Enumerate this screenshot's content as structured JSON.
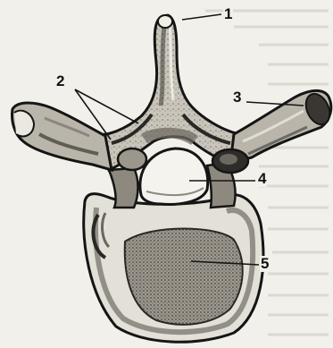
{
  "labels": [
    "1",
    "2",
    "3",
    "4",
    "5"
  ],
  "colors": {
    "ink": "#151515",
    "bone_light": "#d9d6cd",
    "bone_mid": "#a9a59b",
    "bone_dark": "#5c5952",
    "shadow": "#2a2825",
    "paper": "#f2f0ea",
    "page_text_ghost": "#d6d3cb"
  }
}
